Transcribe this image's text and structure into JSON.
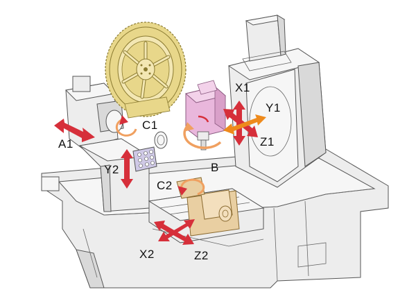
{
  "colors": {
    "red_arrow": "#d62f3a",
    "orange_arrow": "#ee8a1c",
    "rotation_orange": "#f0a060",
    "spindle_pink": "#e9b7dc",
    "tool_magazine": "#e8d78a",
    "workpiece_fixture": "#e9cfa2",
    "machine_gray": "#ededed",
    "tool_block_lilac": "#cfc9e6"
  },
  "labels": {
    "x1": "X1",
    "y1": "Y1",
    "z1": "Z1",
    "a1": "A1",
    "b": "B",
    "c1": "C1",
    "y2": "Y2",
    "c2": "C2",
    "x2": "X2",
    "z2": "Z2"
  }
}
